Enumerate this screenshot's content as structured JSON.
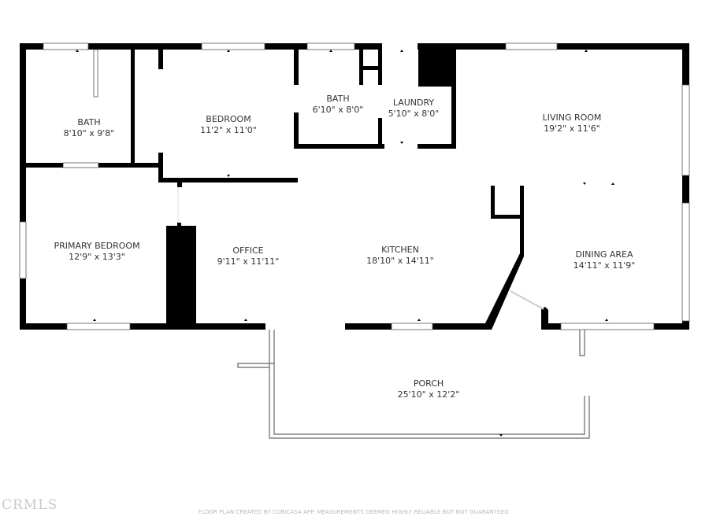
{
  "rooms": {
    "bath1": {
      "name": "BATH",
      "dim": "8'10\" x 9'8\""
    },
    "bedroom": {
      "name": "BEDROOM",
      "dim": "11'2\" x 11'0\""
    },
    "bath2": {
      "name": "BATH",
      "dim": "6'10\" x 8'0\""
    },
    "laundry": {
      "name": "LAUNDRY",
      "dim": "5'10\" x 8'0\""
    },
    "living_room": {
      "name": "LIVING ROOM",
      "dim": "19'2\" x 11'6\""
    },
    "primary_bedroom": {
      "name": "PRIMARY BEDROOM",
      "dim": "12'9\" x 13'3\""
    },
    "office": {
      "name": "OFFICE",
      "dim": "9'11\" x 11'11\""
    },
    "kitchen": {
      "name": "KITCHEN",
      "dim": "18'10\" x 14'11\""
    },
    "dining_area": {
      "name": "DINING AREA",
      "dim": "14'11\" x 11'9\""
    },
    "porch": {
      "name": "PORCH",
      "dim": "25'10\" x 12'2\""
    }
  },
  "footer": {
    "disclaimer": "FLOOR PLAN CREATED BY CUBICASA APP. MEASUREMENTS DEEMED HIGHLY RELIABLE BUT NOT GUARANTEED.",
    "watermark": "CRMLS"
  },
  "colors": {
    "wall": "#000000",
    "background": "#ffffff",
    "text": "#333333"
  }
}
